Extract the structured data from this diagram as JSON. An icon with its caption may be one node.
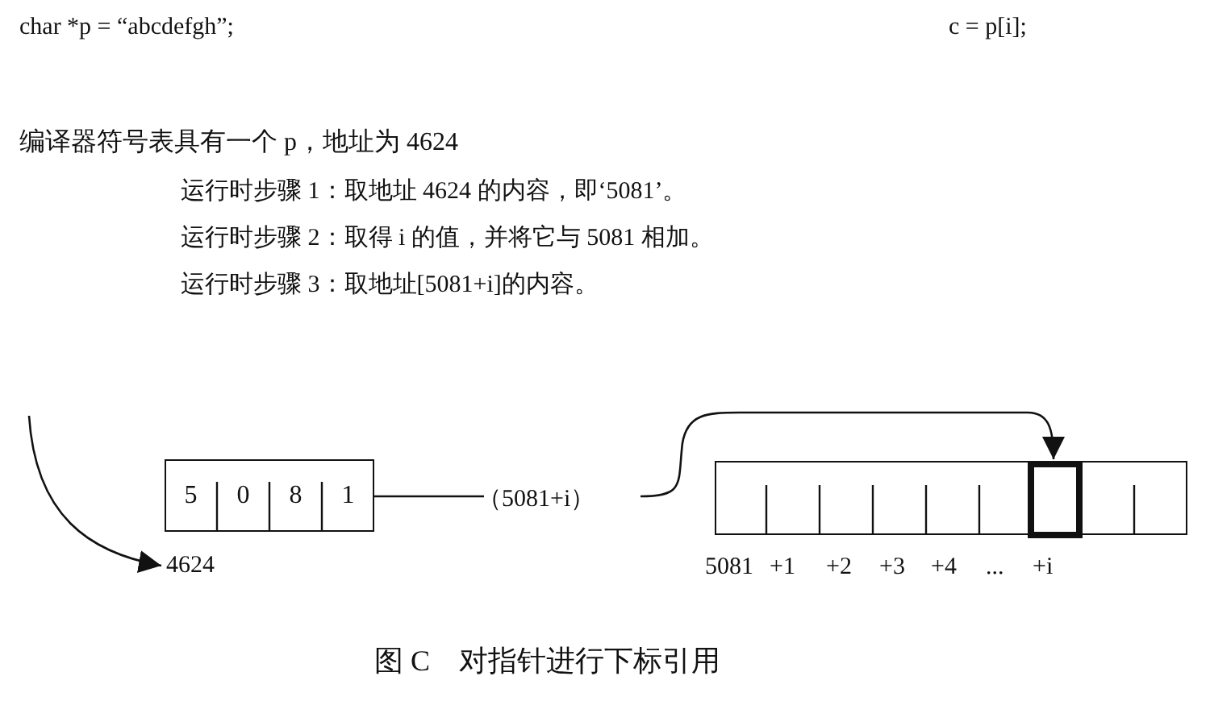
{
  "diagram": {
    "caption": "图 C　对指针进行下标引用",
    "nodes": [
      {
        "text": [
          "5",
          "0",
          "8",
          "1"
        ]
      },
      {
        "text": [
          "4624"
        ]
      },
      {
        "text": [
          "（5081+i）"
        ]
      },
      {
        "text": [],
        "shape": "box"
      },
      {
        "text": [],
        "shape": "box",
        "in": 3
      }
    ],
    "edges": [
      {
        "from": null,
        "to": 1,
        "arrow": "to"
      },
      {
        "from": 0,
        "to": 2,
        "arrow": "none"
      },
      {
        "from": 2,
        "to": 4,
        "arrow": "to"
      }
    ],
    "labels": [
      "char *p = “abcdefgh”;",
      "c = p[i];",
      "编译器符号表具有一个 p，地址为 4624",
      "运行时步骤 1：取地址 4624 的内容，即‘5081’。",
      "运行时步骤 2：取得 i 的值，并将它与 5081 相加。",
      "运行时步骤 3：取地址[5081+i]的内容。",
      "5081",
      "+1",
      "+2",
      "+3",
      "+4",
      "...",
      "+i"
    ]
  }
}
